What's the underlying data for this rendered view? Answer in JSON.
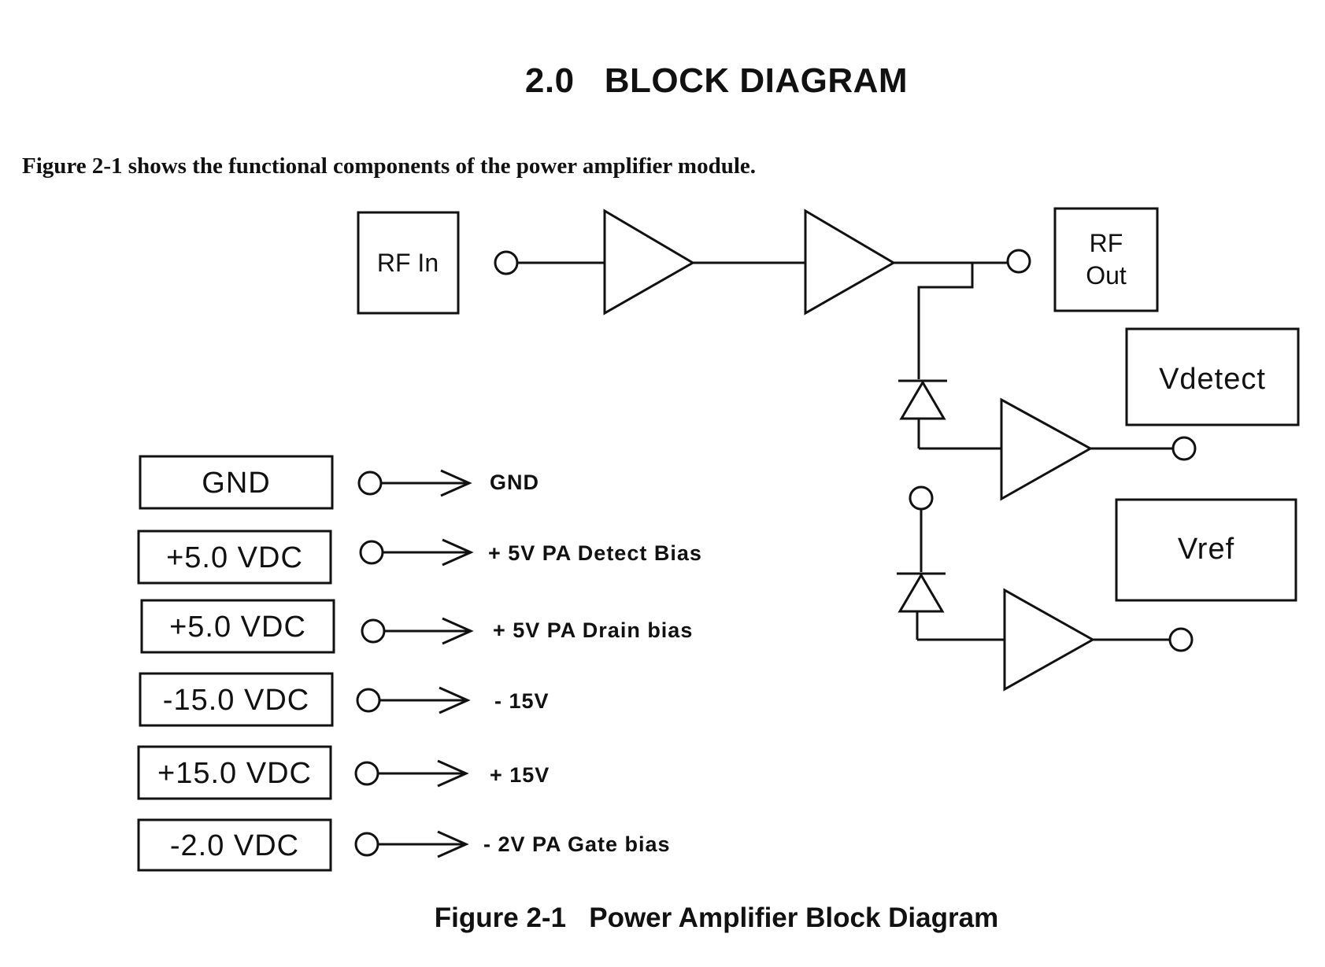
{
  "heading": "2.0   BLOCK DIAGRAM",
  "intro": "Figure 2-1 shows the functional components of the power amplifier module.",
  "caption": "Figure 2-1   Power Amplifier Block Diagram",
  "rf_chain": {
    "input_label": "RF In",
    "output_label_line1": "RF",
    "output_label_line2": "Out"
  },
  "detector": {
    "vdetect_label": "Vdetect",
    "vref_label": "Vref"
  },
  "supplies": [
    {
      "box": "GND",
      "signal": "GND"
    },
    {
      "box": "+5.0 VDC",
      "signal": "+ 5V PA Detect Bias"
    },
    {
      "box": "+5.0 VDC",
      "signal": "+ 5V PA Drain bias"
    },
    {
      "box": "-15.0 VDC",
      "signal": "- 15V"
    },
    {
      "box": "+15.0 VDC",
      "signal": "+ 15V"
    },
    {
      "box": "-2.0 VDC",
      "signal": "- 2V PA Gate bias"
    }
  ]
}
